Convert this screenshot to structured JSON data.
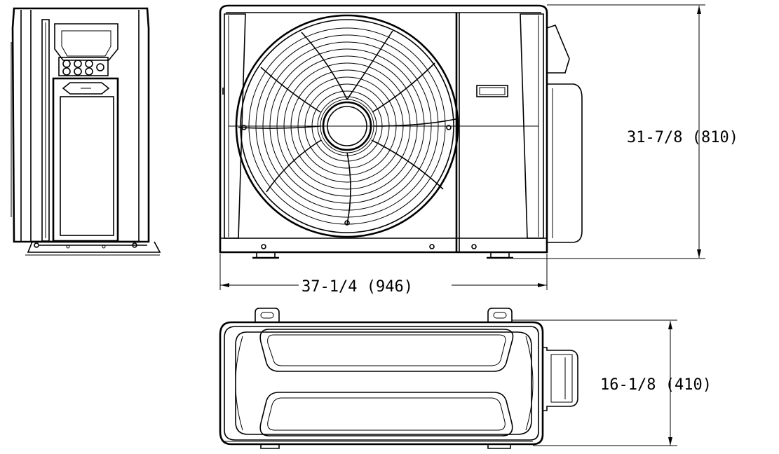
{
  "drawing": {
    "views": [
      "side-view",
      "front-view",
      "top-view"
    ],
    "line_color": "#000000",
    "background": "#ffffff"
  },
  "dimensions": {
    "height": "31-7/8 (810)",
    "width": "37-1/4 (946)",
    "depth": "16-1/8 (410)"
  }
}
